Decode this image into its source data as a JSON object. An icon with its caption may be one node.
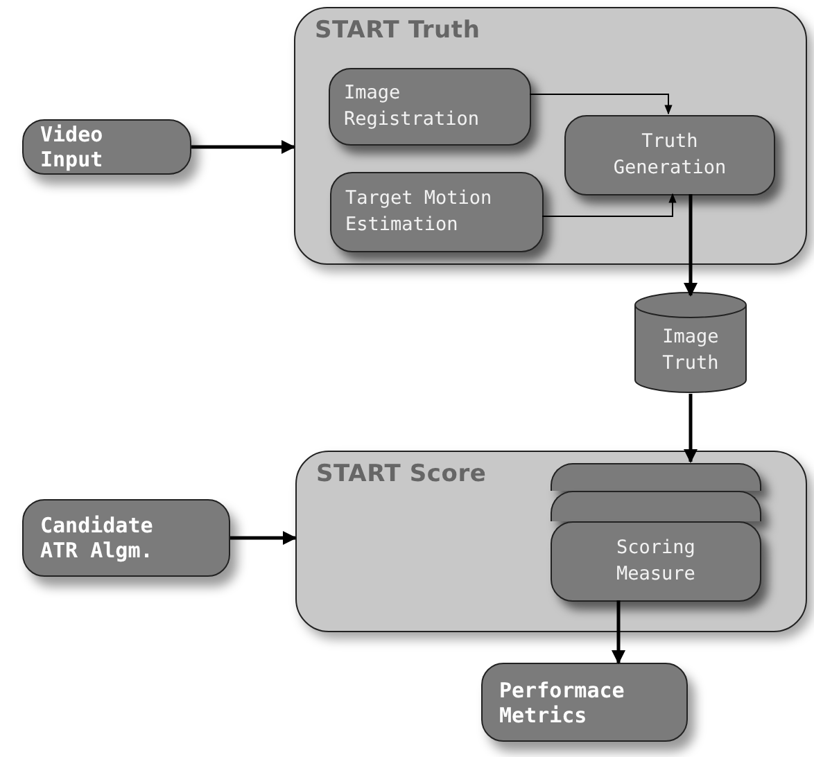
{
  "diagram": {
    "nodes": [
      {
        "text": [
          "Video Input"
        ]
      },
      {
        "text": [
          "START Truth"
        ]
      },
      {
        "text": [
          "Image Registration"
        ],
        "in": 1
      },
      {
        "text": [
          "Target Motion Estimation"
        ],
        "in": 1
      },
      {
        "text": [
          "Truth Generation"
        ],
        "in": 1
      },
      {
        "text": [
          "Image Truth"
        ]
      },
      {
        "text": [
          "Candidate ATR Algm."
        ]
      },
      {
        "text": [
          "START Score"
        ]
      },
      {
        "text": [],
        "shape": "box",
        "in": 7
      },
      {
        "text": [],
        "shape": "box",
        "in": 7
      },
      {
        "text": [
          "Scoring Measure"
        ],
        "in": 7
      },
      {
        "text": [
          "Performace Metrics"
        ]
      }
    ],
    "edges": [
      {
        "from": 0,
        "to": 1,
        "arrow": "to"
      },
      {
        "from": 2,
        "to": 4,
        "arrow": "to"
      },
      {
        "from": 3,
        "to": 4,
        "arrow": "to"
      },
      {
        "from": 4,
        "to": 5,
        "arrow": "to"
      },
      {
        "from": 5,
        "to": 8,
        "arrow": "to"
      },
      {
        "from": 6,
        "to": 7,
        "arrow": "to"
      },
      {
        "from": 10,
        "to": 11,
        "arrow": "to"
      }
    ]
  }
}
